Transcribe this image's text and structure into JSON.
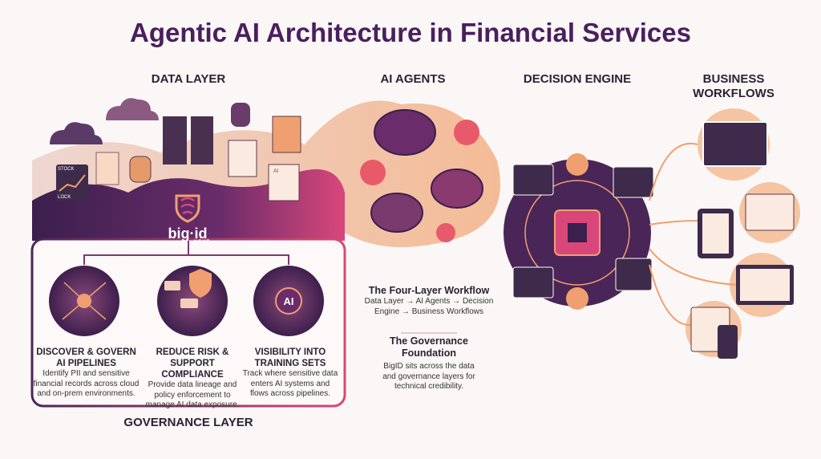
{
  "title": "Agentic AI Architecture in Financial Services",
  "sections": {
    "data_layer": "DATA LAYER",
    "ai_agents": "AI AGENTS",
    "decision_engine": "DECISION ENGINE",
    "business_workflows_1": "BUSINESS",
    "business_workflows_2": "WORKFLOWS",
    "governance_layer": "GOVERNANCE LAYER"
  },
  "logo": {
    "name": "big·id",
    "sub": "NEXT"
  },
  "data_icons": {
    "stock_label": "STOCK",
    "lock_label": "LOCK",
    "ai_icon": "AI"
  },
  "capabilities": [
    {
      "title_1": "DISCOVER & GOVERN",
      "title_2": "AI PIPELINES",
      "desc_1": "Identify PII and sensitive",
      "desc_2": "financial records across cloud",
      "desc_3": "and on-prem environments."
    },
    {
      "title_1": "REDUCE RISK &",
      "title_2": "SUPPORT COMPLIANCE",
      "desc_1": "Provide data lineage and",
      "desc_2": "policy enforcement to",
      "desc_3": "manage AI data exposure."
    },
    {
      "title_1": "VISIBILITY INTO",
      "title_2": "TRAINING SETS",
      "desc_1": "Track where sensitive data",
      "desc_2": "enters AI systems and",
      "desc_3": "flows across pipelines."
    }
  ],
  "middle": {
    "workflow_title": "The Four-Layer Workflow",
    "workflow_1": "Data Layer → AI Agents → Decision",
    "workflow_2": "Engine → Business Workflows",
    "foundation_title_1": "The Governance",
    "foundation_title_2": "Foundation",
    "foundation_1": "BigID sits across the data",
    "foundation_2": "and governance layers for",
    "foundation_3": "technical credibility."
  },
  "colors": {
    "title": "#4a1f5e",
    "purple": "#4b2557",
    "orange": "#f0a070",
    "pink": "#d9477a"
  }
}
